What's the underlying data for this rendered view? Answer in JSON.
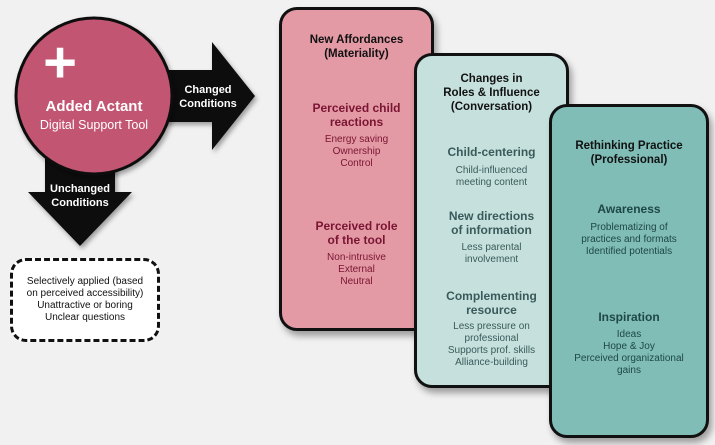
{
  "actant": {
    "plus": "+",
    "title": "Added Actant",
    "subtitle": "Digital Support Tool"
  },
  "arrows": {
    "changed": [
      "Changed",
      "Conditions"
    ],
    "unchanged": [
      "Unchanged",
      "Conditions"
    ]
  },
  "unchanged_box": {
    "lines": [
      "Selectively applied (based",
      "on perceived accessibility)",
      "Unattractive or boring",
      "Unclear questions"
    ]
  },
  "cards": {
    "materiality": {
      "title": [
        "New Affordances",
        "(Materiality)"
      ],
      "sections": [
        {
          "heading": [
            "Perceived child",
            "reactions"
          ],
          "items": [
            "Energy saving",
            "Ownership",
            "Control"
          ]
        },
        {
          "heading": [
            "Perceived role",
            "of the tool"
          ],
          "items": [
            "Non-intrusive",
            "External",
            "Neutral"
          ]
        }
      ]
    },
    "conversation": {
      "title": [
        "Changes in",
        "Roles & Influence",
        "(Conversation)"
      ],
      "sections": [
        {
          "heading": [
            "Child-centering"
          ],
          "items": [
            "Child-influenced",
            "meeting content"
          ]
        },
        {
          "heading": [
            "New directions",
            "of information"
          ],
          "items": [
            "Less parental",
            "involvement"
          ]
        },
        {
          "heading": [
            "Complementing",
            "resource"
          ],
          "items": [
            "Less pressure on",
            "professional",
            "Supports prof. skills",
            "Alliance-building"
          ]
        }
      ]
    },
    "professional": {
      "title": [
        "Rethinking Practice",
        "(Professional)"
      ],
      "sections": [
        {
          "heading": [
            "Awareness"
          ],
          "items": [
            "Problematizing of",
            "practices and formats",
            "Identified potentials"
          ]
        },
        {
          "heading": [
            "Inspiration"
          ],
          "items": [
            "Ideas",
            "Hope & Joy",
            "Perceived organizational",
            "gains"
          ]
        }
      ]
    }
  },
  "colors": {
    "circle": "#c25471",
    "card_pink": "#e39aa5",
    "card_teal_light": "#c6e1dd",
    "card_teal": "#7fbdb6",
    "arrow": "#111111"
  }
}
